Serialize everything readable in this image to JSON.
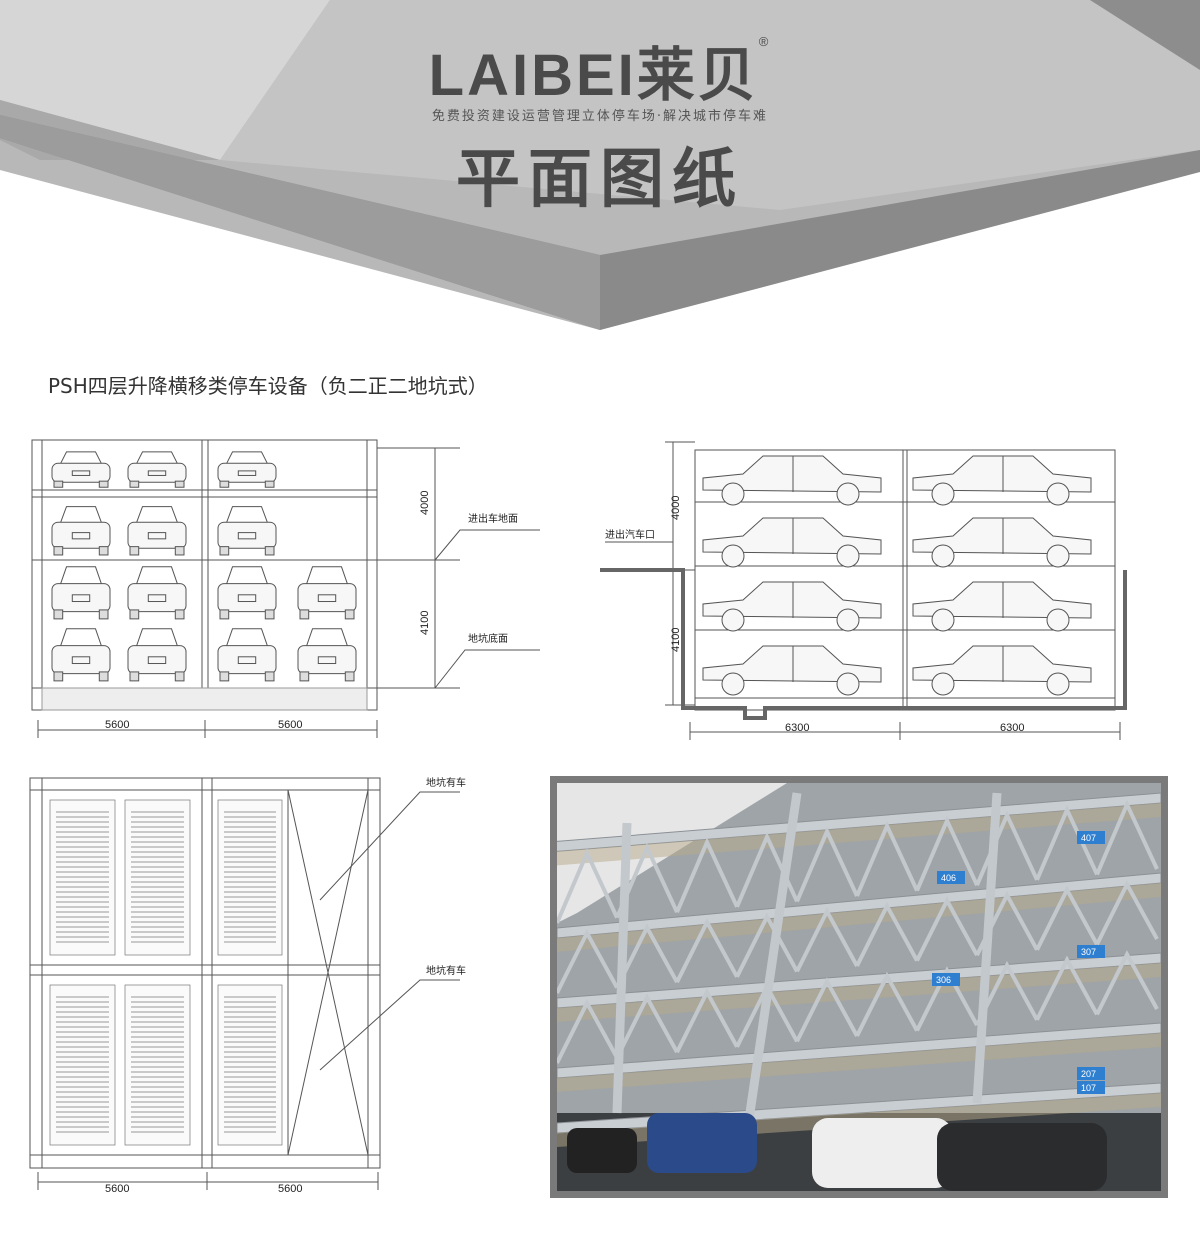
{
  "brand": {
    "logo_text": "LAIBEI莱贝",
    "registered_mark": "®",
    "tagline": "免费投资建设运营管理立体停车场·解决城市停车难",
    "heading": "平面图纸"
  },
  "product_title": "PSH四层升降横移类停车设备（负二正二地坑式）",
  "front_elevation": {
    "dims_vertical": [
      "4000",
      "4100"
    ],
    "dims_horizontal": [
      "5600",
      "5600"
    ],
    "labels": {
      "ground_level": "进出车地面",
      "pit_bottom": "地坑底面"
    }
  },
  "side_section": {
    "dims_vertical": [
      "4000",
      "4100"
    ],
    "dims_horizontal": [
      "6300",
      "6300"
    ],
    "labels": {
      "entrance": "进出汽车口"
    }
  },
  "plan_view": {
    "dims_horizontal": [
      "5600",
      "5600"
    ],
    "labels": {
      "pit_car_1": "地坑有车",
      "pit_car_2": "地坑有车"
    }
  },
  "photo": {
    "space_numbers": [
      "407",
      "406",
      "307",
      "306",
      "207",
      "107"
    ]
  },
  "colors": {
    "banner_dark": "#9a9a9a",
    "banner_mid": "#b4b4b4",
    "banner_light": "#c8c8c8",
    "line": "#555555",
    "steel": "#c7ccd1",
    "sign_blue": "#2f7fd1"
  }
}
